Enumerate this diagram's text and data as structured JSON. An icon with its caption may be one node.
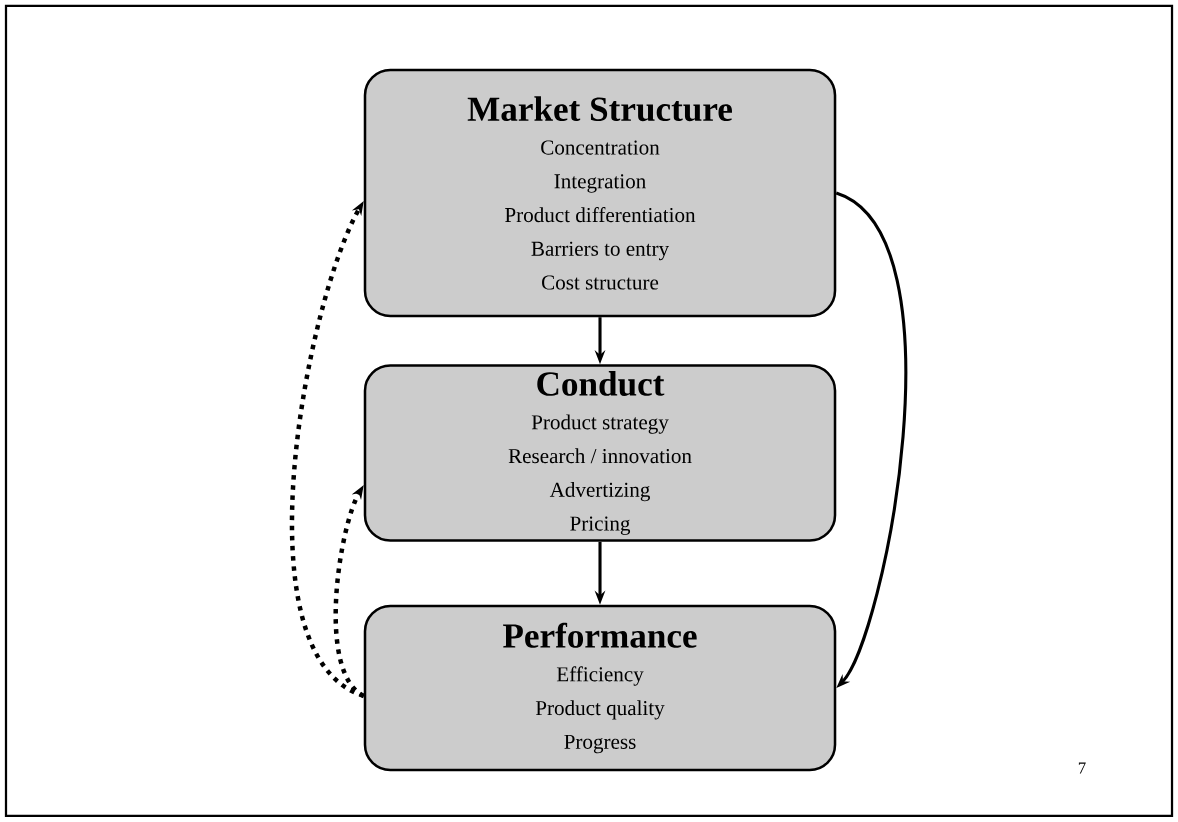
{
  "diagram": {
    "nodes": [
      {
        "text": [
          "Market Structure",
          "Concentration",
          "Integration",
          "Product differentiation",
          "Barriers to entry",
          "Cost structure"
        ]
      },
      {
        "text": [
          "Conduct",
          "Product strategy",
          "Research / innovation",
          "Advertizing",
          "Pricing"
        ]
      },
      {
        "text": [
          "Performance",
          "Efficiency",
          "Product quality",
          "Progress"
        ]
      }
    ],
    "edges": [
      {
        "from": 0,
        "to": 1,
        "arrow": "to"
      },
      {
        "from": 1,
        "to": 2,
        "arrow": "to"
      },
      {
        "from": 0,
        "to": 2,
        "arrow": "to"
      },
      {
        "from": 2,
        "to": 0,
        "arrow": "to",
        "style": "dashed"
      },
      {
        "from": 2,
        "to": 1,
        "arrow": "to",
        "style": "dashed"
      }
    ],
    "labels": [
      "7"
    ]
  }
}
